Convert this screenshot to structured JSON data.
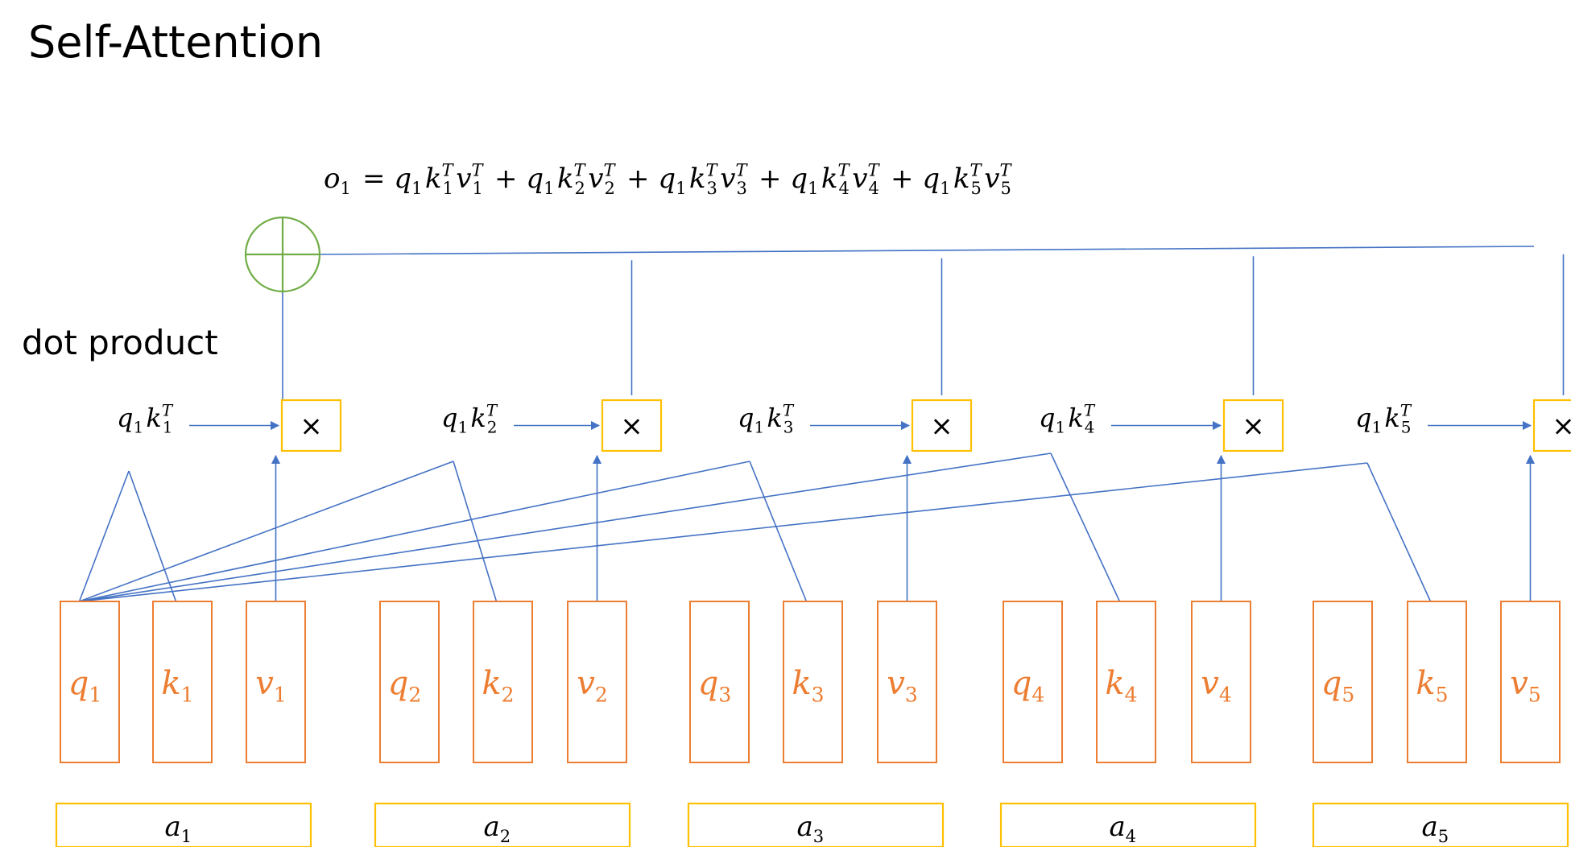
{
  "title": "Self-Attention",
  "side_label": "dot product",
  "colors": {
    "line": "#4472C4",
    "box_yellow": "#FFC000",
    "box_orange": "#ED7D31",
    "letter_orange": "#ED7D31",
    "sum_circle": "#70AD47",
    "text": "#000000"
  },
  "formula": [
    {
      "var": "o",
      "sub": "1"
    },
    {
      "op": " = "
    },
    {
      "var": "q",
      "sub": "1"
    },
    {
      "var": "k",
      "sub": "1",
      "sup": "T"
    },
    {
      "var": "v",
      "sub": "1",
      "sup": "T"
    },
    {
      "op": " + "
    },
    {
      "var": "q",
      "sub": "1"
    },
    {
      "var": "k",
      "sub": "2",
      "sup": "T"
    },
    {
      "var": "v",
      "sub": "2",
      "sup": "T"
    },
    {
      "op": " + "
    },
    {
      "var": "q",
      "sub": "1"
    },
    {
      "var": "k",
      "sub": "3",
      "sup": "T"
    },
    {
      "var": "v",
      "sub": "3",
      "sup": "T"
    },
    {
      "op": " + "
    },
    {
      "var": "q",
      "sub": "1"
    },
    {
      "var": "k",
      "sub": "4",
      "sup": "T"
    },
    {
      "var": "v",
      "sub": "4",
      "sup": "T"
    },
    {
      "op": " + "
    },
    {
      "var": "q",
      "sub": "1"
    },
    {
      "var": "k",
      "sub": "5",
      "sup": "T"
    },
    {
      "var": "v",
      "sub": "5",
      "sup": "T"
    }
  ],
  "multiply_symbol": "×",
  "heads": [
    {
      "score": {
        "q": "q",
        "q_sub": "1",
        "k": "k",
        "k_sub": "1",
        "k_sup": "T"
      },
      "vectors": [
        {
          "v": "q",
          "sub": "1"
        },
        {
          "v": "k",
          "sub": "1"
        },
        {
          "v": "v",
          "sub": "1"
        }
      ],
      "input": {
        "v": "a",
        "sub": "1"
      }
    },
    {
      "score": {
        "q": "q",
        "q_sub": "1",
        "k": "k",
        "k_sub": "2",
        "k_sup": "T"
      },
      "vectors": [
        {
          "v": "q",
          "sub": "2"
        },
        {
          "v": "k",
          "sub": "2"
        },
        {
          "v": "v",
          "sub": "2"
        }
      ],
      "input": {
        "v": "a",
        "sub": "2"
      }
    },
    {
      "score": {
        "q": "q",
        "q_sub": "1",
        "k": "k",
        "k_sub": "3",
        "k_sup": "T"
      },
      "vectors": [
        {
          "v": "q",
          "sub": "3"
        },
        {
          "v": "k",
          "sub": "3"
        },
        {
          "v": "v",
          "sub": "3"
        }
      ],
      "input": {
        "v": "a",
        "sub": "3"
      }
    },
    {
      "score": {
        "q": "q",
        "q_sub": "1",
        "k": "k",
        "k_sub": "4",
        "k_sup": "T"
      },
      "vectors": [
        {
          "v": "q",
          "sub": "4"
        },
        {
          "v": "k",
          "sub": "4"
        },
        {
          "v": "v",
          "sub": "4"
        }
      ],
      "input": {
        "v": "a",
        "sub": "4"
      }
    },
    {
      "score": {
        "q": "q",
        "q_sub": "1",
        "k": "k",
        "k_sub": "5",
        "k_sup": "T"
      },
      "vectors": [
        {
          "v": "q",
          "sub": "5"
        },
        {
          "v": "k",
          "sub": "5"
        },
        {
          "v": "v",
          "sub": "5"
        }
      ],
      "input": {
        "v": "a",
        "sub": "5"
      }
    }
  ]
}
